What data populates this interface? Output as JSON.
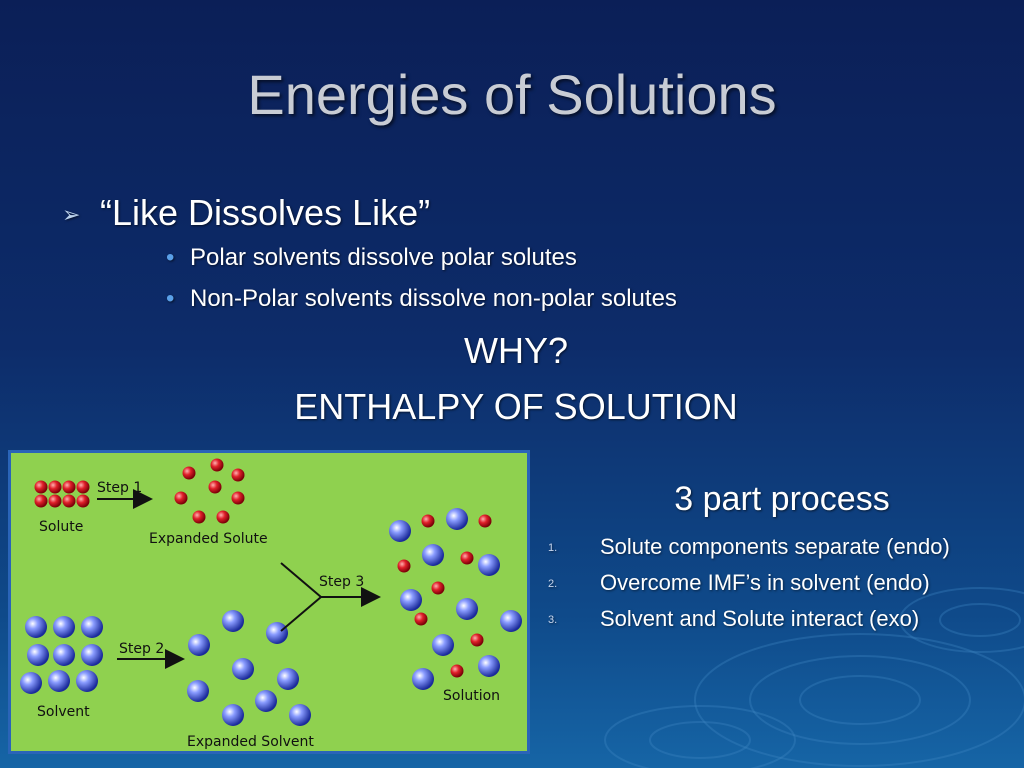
{
  "slide": {
    "title": "Energies of Solutions",
    "main_bullet": "“Like Dissolves Like”",
    "sub_bullets": [
      "Polar solvents dissolve polar solutes",
      "Non-Polar solvents dissolve non-polar solutes"
    ],
    "why": "WHY?",
    "enthalpy": "ENTHALPY OF SOLUTION"
  },
  "figure": {
    "step1": "Step 1",
    "step2": "Step 2",
    "step3": "Step 3",
    "solute": "Solute",
    "expanded_solute": "Expanded Solute",
    "solvent": "Solvent",
    "expanded_solvent": "Expanded Solvent",
    "solution": "Solution",
    "colors": {
      "background": "#8fd14f",
      "border": "#2a64b8",
      "solute_particle": "#e0202a",
      "solvent_particle": "#2a3ecb"
    }
  },
  "process": {
    "title": "3 part process",
    "steps": [
      {
        "num": "1.",
        "text": "Solute components separate (endo)"
      },
      {
        "num": "2.",
        "text": "Overcome IMF’s in solvent (endo)"
      },
      {
        "num": "3.",
        "text": "Solvent and Solute interact (exo)"
      }
    ]
  }
}
